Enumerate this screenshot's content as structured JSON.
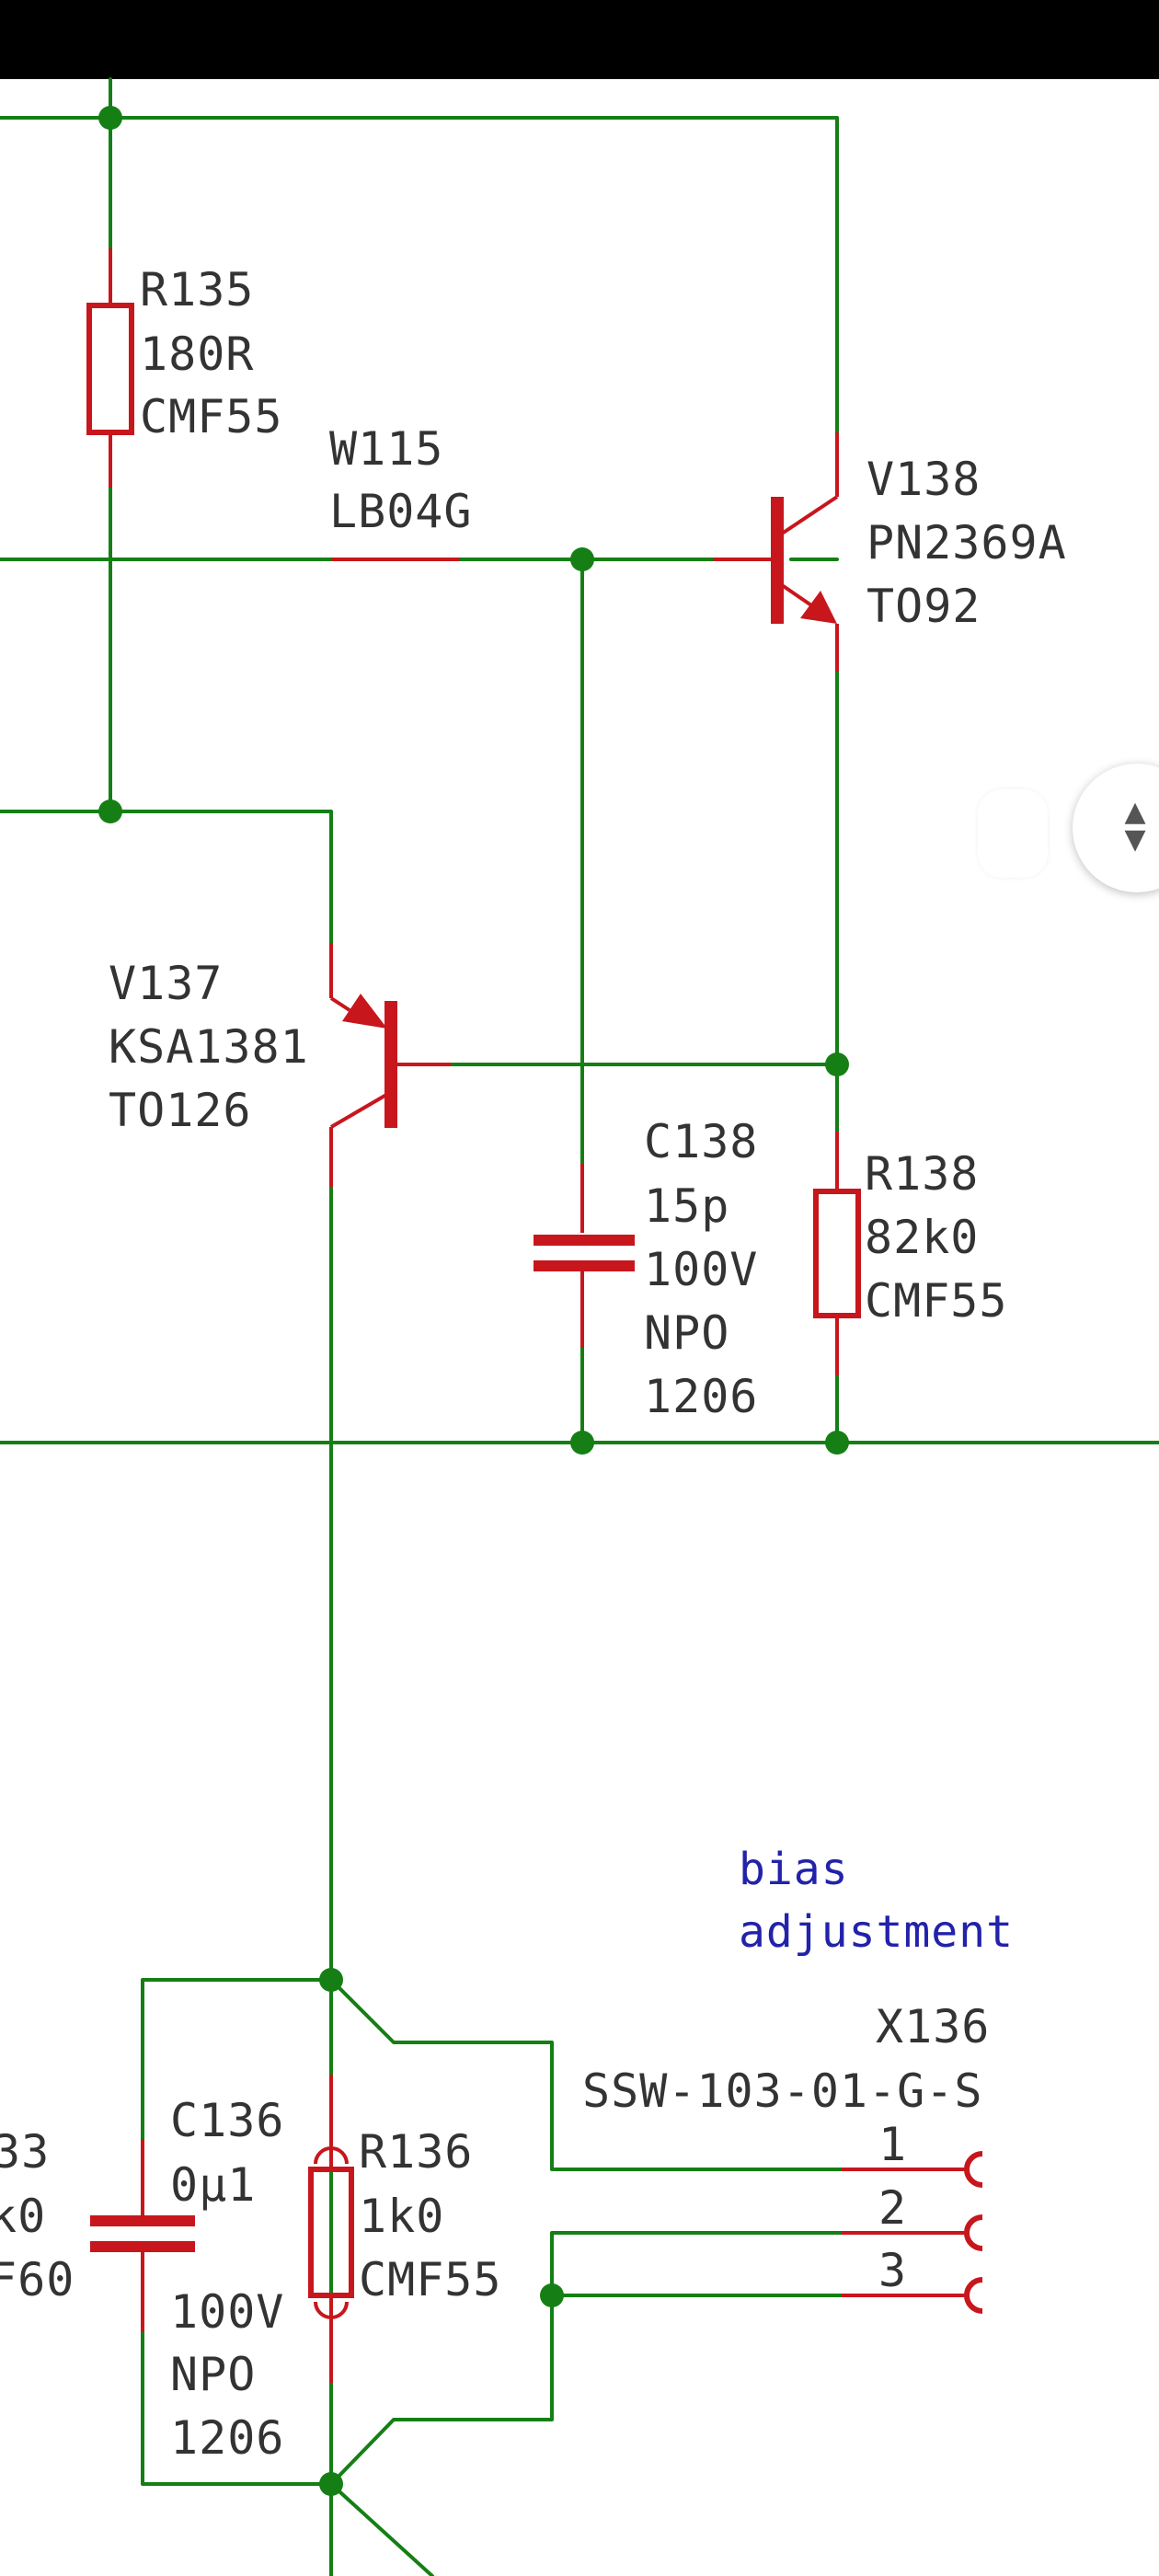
{
  "components": {
    "r135": {
      "ref": "R135",
      "value": "180R",
      "footprint": "CMF55"
    },
    "w115": {
      "ref": "W115",
      "value": "LB04G"
    },
    "v138": {
      "ref": "V138",
      "value": "PN2369A",
      "footprint": "TO92"
    },
    "v137": {
      "ref": "V137",
      "value": "KSA1381",
      "footprint": "TO126"
    },
    "c138": {
      "ref": "C138",
      "value": "15p",
      "voltage": "100V",
      "dielectric": "NPO",
      "size": "1206"
    },
    "r138": {
      "ref": "R138",
      "value": "82k0",
      "footprint": "CMF55"
    },
    "c136": {
      "ref": "C136",
      "value": "0µ1",
      "voltage": "100V",
      "dielectric": "NPO",
      "size": "1206"
    },
    "r136": {
      "ref": "R136",
      "value": "1k0",
      "footprint": "CMF55"
    },
    "x136": {
      "ref": "X136",
      "value": "SSW-103-01-G-S",
      "pins": [
        "1",
        "2",
        "3"
      ]
    },
    "r133_partial": {
      "ref": "33",
      "value": "k0",
      "footprint": "F60"
    }
  },
  "notes": {
    "bias_line1": "bias",
    "bias_line2": "adjustment"
  },
  "colors": {
    "wire": "#157f15",
    "component": "#c8161d",
    "text": "#333333",
    "note": "#2222aa"
  },
  "ui": {
    "scroll_handle_icon": "up-down-chevron-icon"
  }
}
